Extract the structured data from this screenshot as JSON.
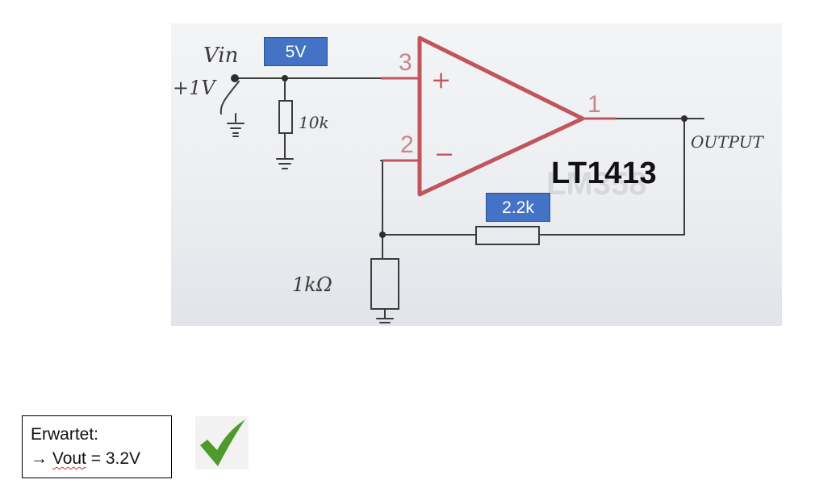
{
  "diagram": {
    "handwritten": {
      "vin": "Vin",
      "plus_1v": "+1V",
      "r_10k": "10k",
      "r_1k": "1kΩ",
      "output": "OUTPUT",
      "pin_3": "3",
      "pin_2": "2",
      "pin_1": "1",
      "plus_sign": "+",
      "minus_sign": "−",
      "ghost_part": "LM358"
    },
    "chip_label": "LT1413",
    "tag_vin": "5V",
    "tag_feedback": "2.2k",
    "colors": {
      "opamp": "#c0565c",
      "tag_fill": "#4472c4",
      "check": "#4e9a2a"
    }
  },
  "note": {
    "line1": "Erwartet:",
    "arrow": "→",
    "vout": "Vout",
    "equals": " = 3.2V"
  },
  "status_icon": "checkmark-icon"
}
